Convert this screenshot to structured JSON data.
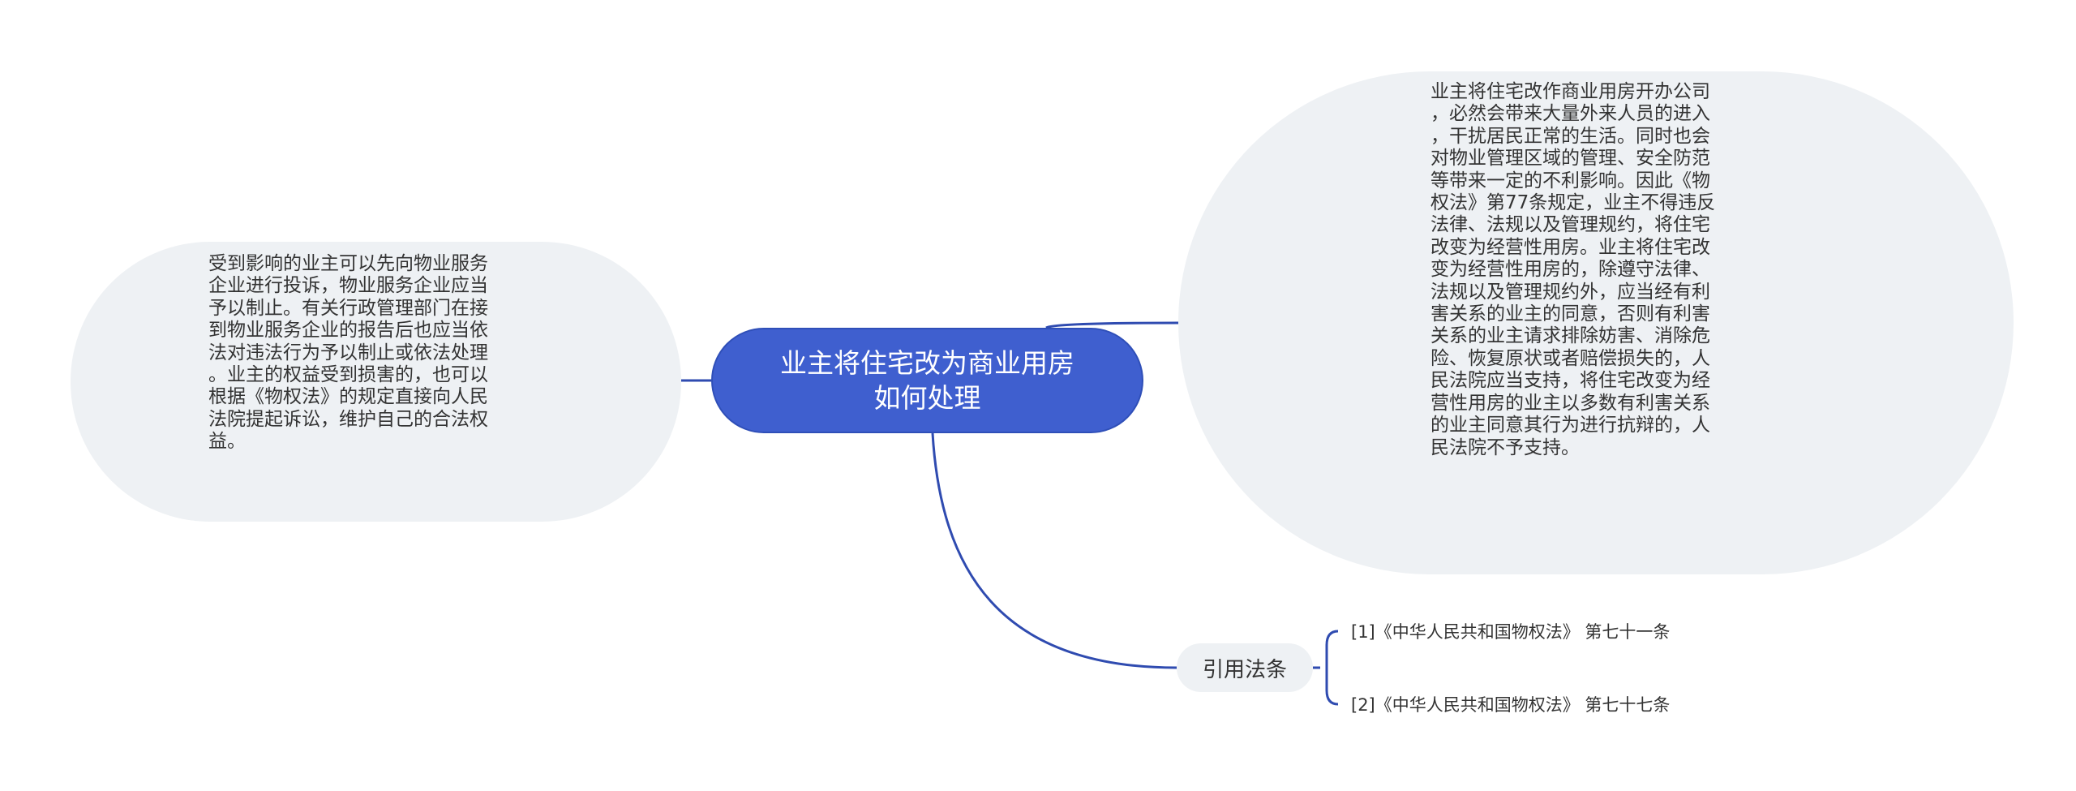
{
  "colors": {
    "center_fill": "#3f5fcf",
    "connector": "#2f4bb0",
    "bubble_fill": "#eef1f4",
    "text": "#333333"
  },
  "center": {
    "text": "业主将住宅改为商业用房\n如何处理"
  },
  "left_node": {
    "text": "受到影响的业主可以先向物业服务\n企业进行投诉，物业服务企业应当\n予以制止。有关行政管理部门在接\n到物业服务企业的报告后也应当依\n法对违法行为予以制止或依法处理\n。业主的权益受到损害的，也可以\n根据《物权法》的规定直接向人民\n法院提起诉讼，维护自己的合法权\n益。"
  },
  "right_node": {
    "text": "业主将住宅改作商业用房开办公司\n，必然会带来大量外来人员的进入\n，干扰居民正常的生活。同时也会\n对物业管理区域的管理、安全防范\n等带来一定的不利影响。因此《物\n权法》第77条规定，业主不得违反\n法律、法规以及管理规约，将住宅\n改变为经营性用房。业主将住宅改\n变为经营性用房的，除遵守法律、\n法规以及管理规约外，应当经有利\n害关系的业主的同意，否则有利害\n关系的业主请求排除妨害、消除危\n险、恢复原状或者赔偿损失的，人\n民法院应当支持，将住宅改变为经\n营性用房的业主以多数有利害关系\n的业主同意其行为进行抗辩的，人\n民法院不予支持。"
  },
  "ref_node": {
    "label": "引用法条",
    "items": [
      "[1]《中华人民共和国物权法》 第七十一条",
      "[2]《中华人民共和国物权法》 第七十七条"
    ]
  }
}
